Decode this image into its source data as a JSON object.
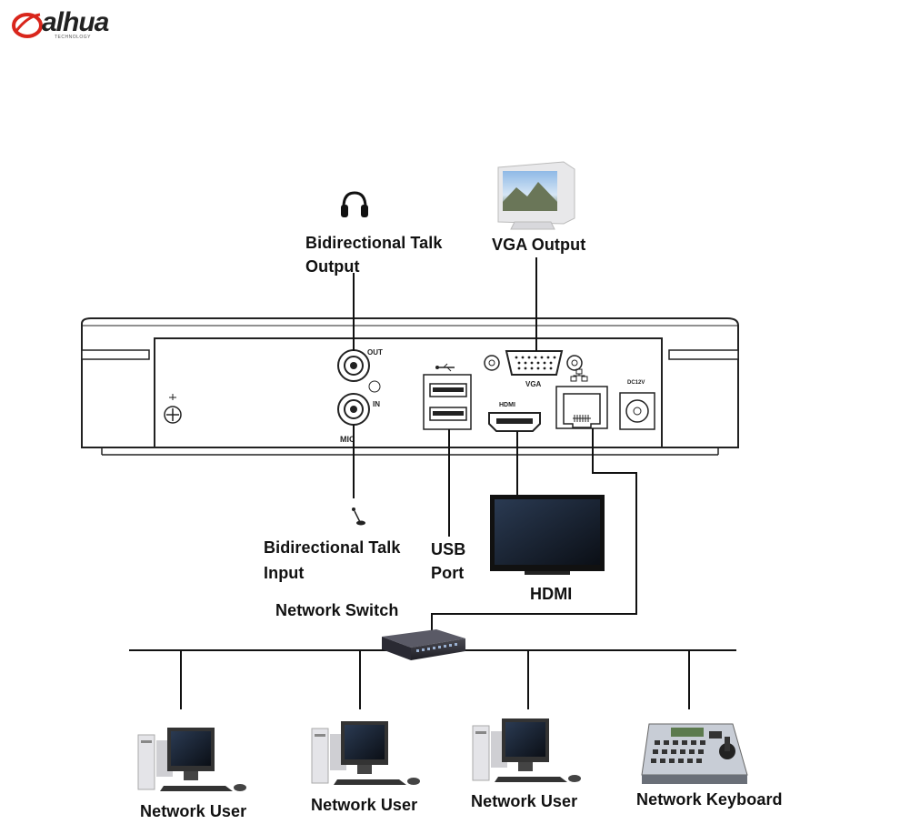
{
  "logo": {
    "word": "alhua",
    "sub": "TECHNOLOGY"
  },
  "labels": {
    "talk_output": [
      "Bidirectional Talk",
      "Output"
    ],
    "vga_output": "VGA Output",
    "talk_input": [
      "Bidirectional Talk",
      "Input"
    ],
    "usb_port": [
      "USB",
      "Port"
    ],
    "hdmi": "HDMI",
    "network_switch": "Network Switch",
    "network_user_1": "Network User",
    "network_user_2": "Network User",
    "network_user_3": "Network User",
    "network_keyboard": "Network Keyboard"
  },
  "panel_marks": {
    "out": "OUT",
    "in": "IN",
    "mic": "MIC",
    "vga": "VGA",
    "hdmi": "HDMI",
    "power": "DC12V"
  },
  "icons": [
    "headphone-icon",
    "crt-monitor-icon",
    "microphone-icon",
    "lcd-tv-icon",
    "network-switch-icon",
    "desktop-computer-icon",
    "ptz-keyboard-icon",
    "usb-icon",
    "lan-icon",
    "ground-icon"
  ]
}
